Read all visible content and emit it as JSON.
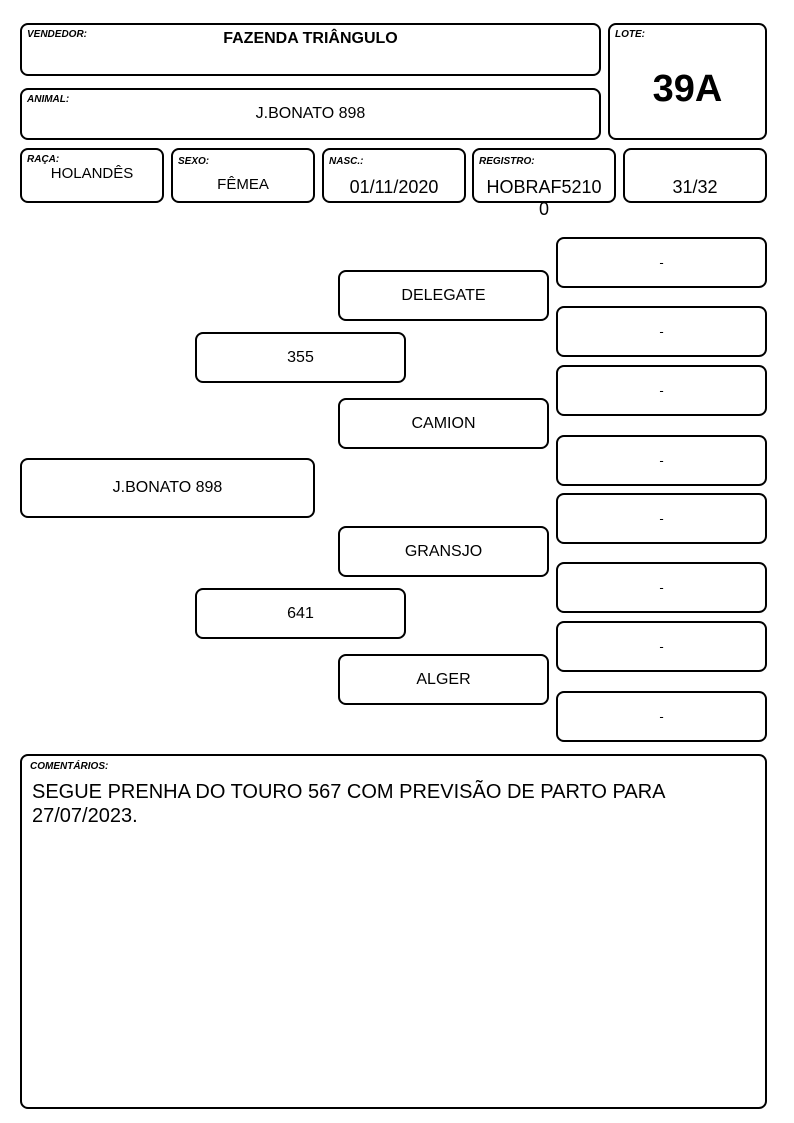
{
  "header": {
    "vendedor_label": "VENDEDOR:",
    "vendedor_value": "FAZENDA TRIÂNGULO",
    "lote_label": "LOTE:",
    "lote_value": "39A",
    "animal_label": "ANIMAL:",
    "animal_value": "J.BONATO 898"
  },
  "info": {
    "raca_label": "RAÇA:",
    "raca_value": "HOLANDÊS",
    "sexo_label": "SEXO:",
    "sexo_value": "FÊMEA",
    "nasc_label": "NASC.:",
    "nasc_value": "01/11/2020",
    "registro_label": "REGISTRO:",
    "registro_value_line1": "HOBRAF5210",
    "registro_value_line2": "0",
    "grau_value": "31/32"
  },
  "pedigree": {
    "animal": "J.BONATO 898",
    "sire": "355",
    "dam": "641",
    "sire_sire": "DELEGATE",
    "sire_dam": "CAMION",
    "dam_sire": "GRANSJO",
    "dam_dam": "ALGER",
    "great_grandparents": [
      "-",
      "-",
      "-",
      "-",
      "-",
      "-",
      "-",
      "-"
    ]
  },
  "comments": {
    "label": "COMENTÁRIOS:",
    "text": "SEGUE PRENHA DO TOURO 567 COM PREVISÃO DE PARTO PARA 27/07/2023."
  }
}
